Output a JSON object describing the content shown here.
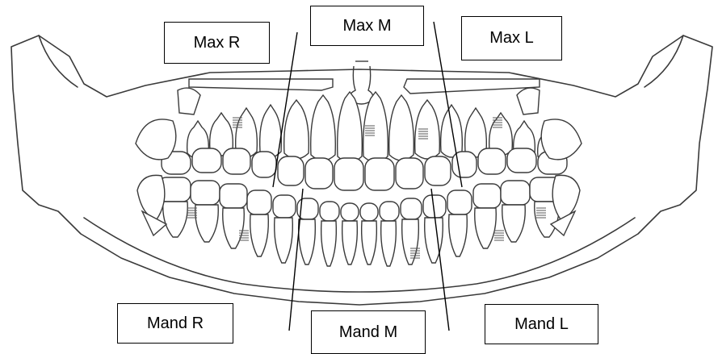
{
  "labels": {
    "max_r": "Max R",
    "max_m": "Max M",
    "max_l": "Max L",
    "mand_r": "Mand R",
    "mand_m": "Mand M",
    "mand_l": "Mand L"
  },
  "colors": {
    "outline": "#3a3a3a",
    "box_border": "#000000",
    "background": "#ffffff",
    "shading": "#555555"
  }
}
